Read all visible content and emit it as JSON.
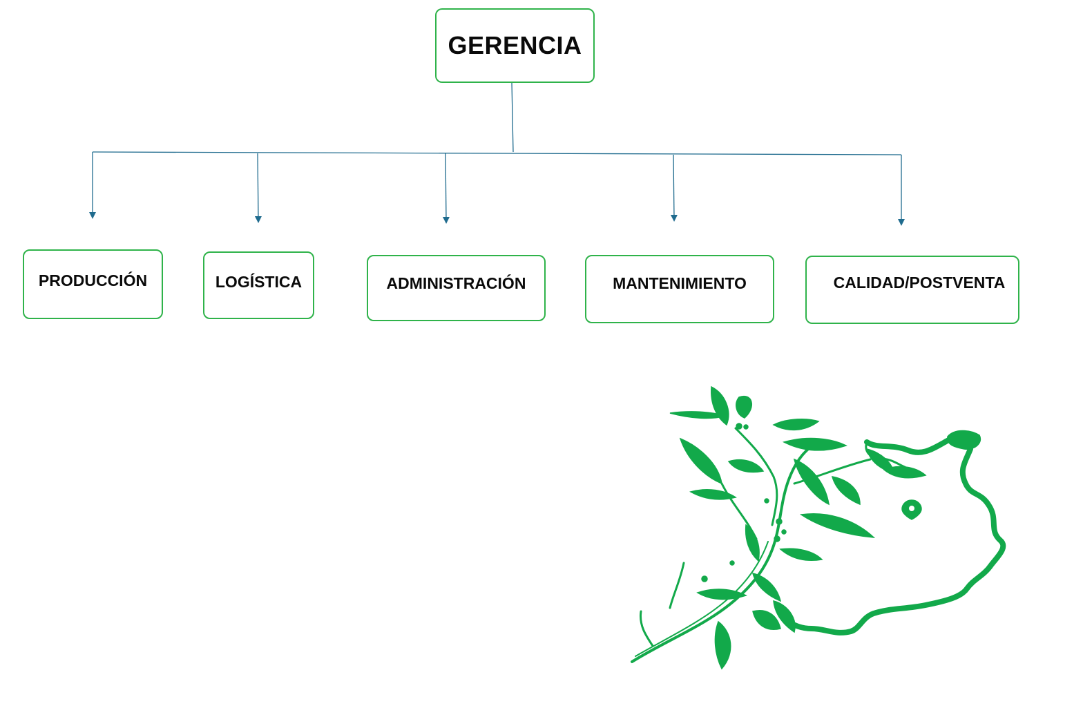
{
  "org_chart": {
    "root": {
      "label": "GERENCIA"
    },
    "departments": [
      {
        "id": "produccion",
        "label": "PRODUCCIÓN"
      },
      {
        "id": "logistica",
        "label": "LOGÍSTICA"
      },
      {
        "id": "administracion",
        "label": "ADMINISTRACIÓN"
      },
      {
        "id": "mantenimiento",
        "label": "MANTENIMIENTO"
      },
      {
        "id": "calidad",
        "label": "CALIDAD/POSTVENTA"
      }
    ]
  },
  "colors": {
    "box_border": "#2fb34a",
    "connector": "#1f6b8e",
    "logo_green": "#12a94a",
    "text": "#0a0a0a",
    "background": "#ffffff"
  },
  "logo": {
    "icon": "plant-map-logo-icon"
  }
}
